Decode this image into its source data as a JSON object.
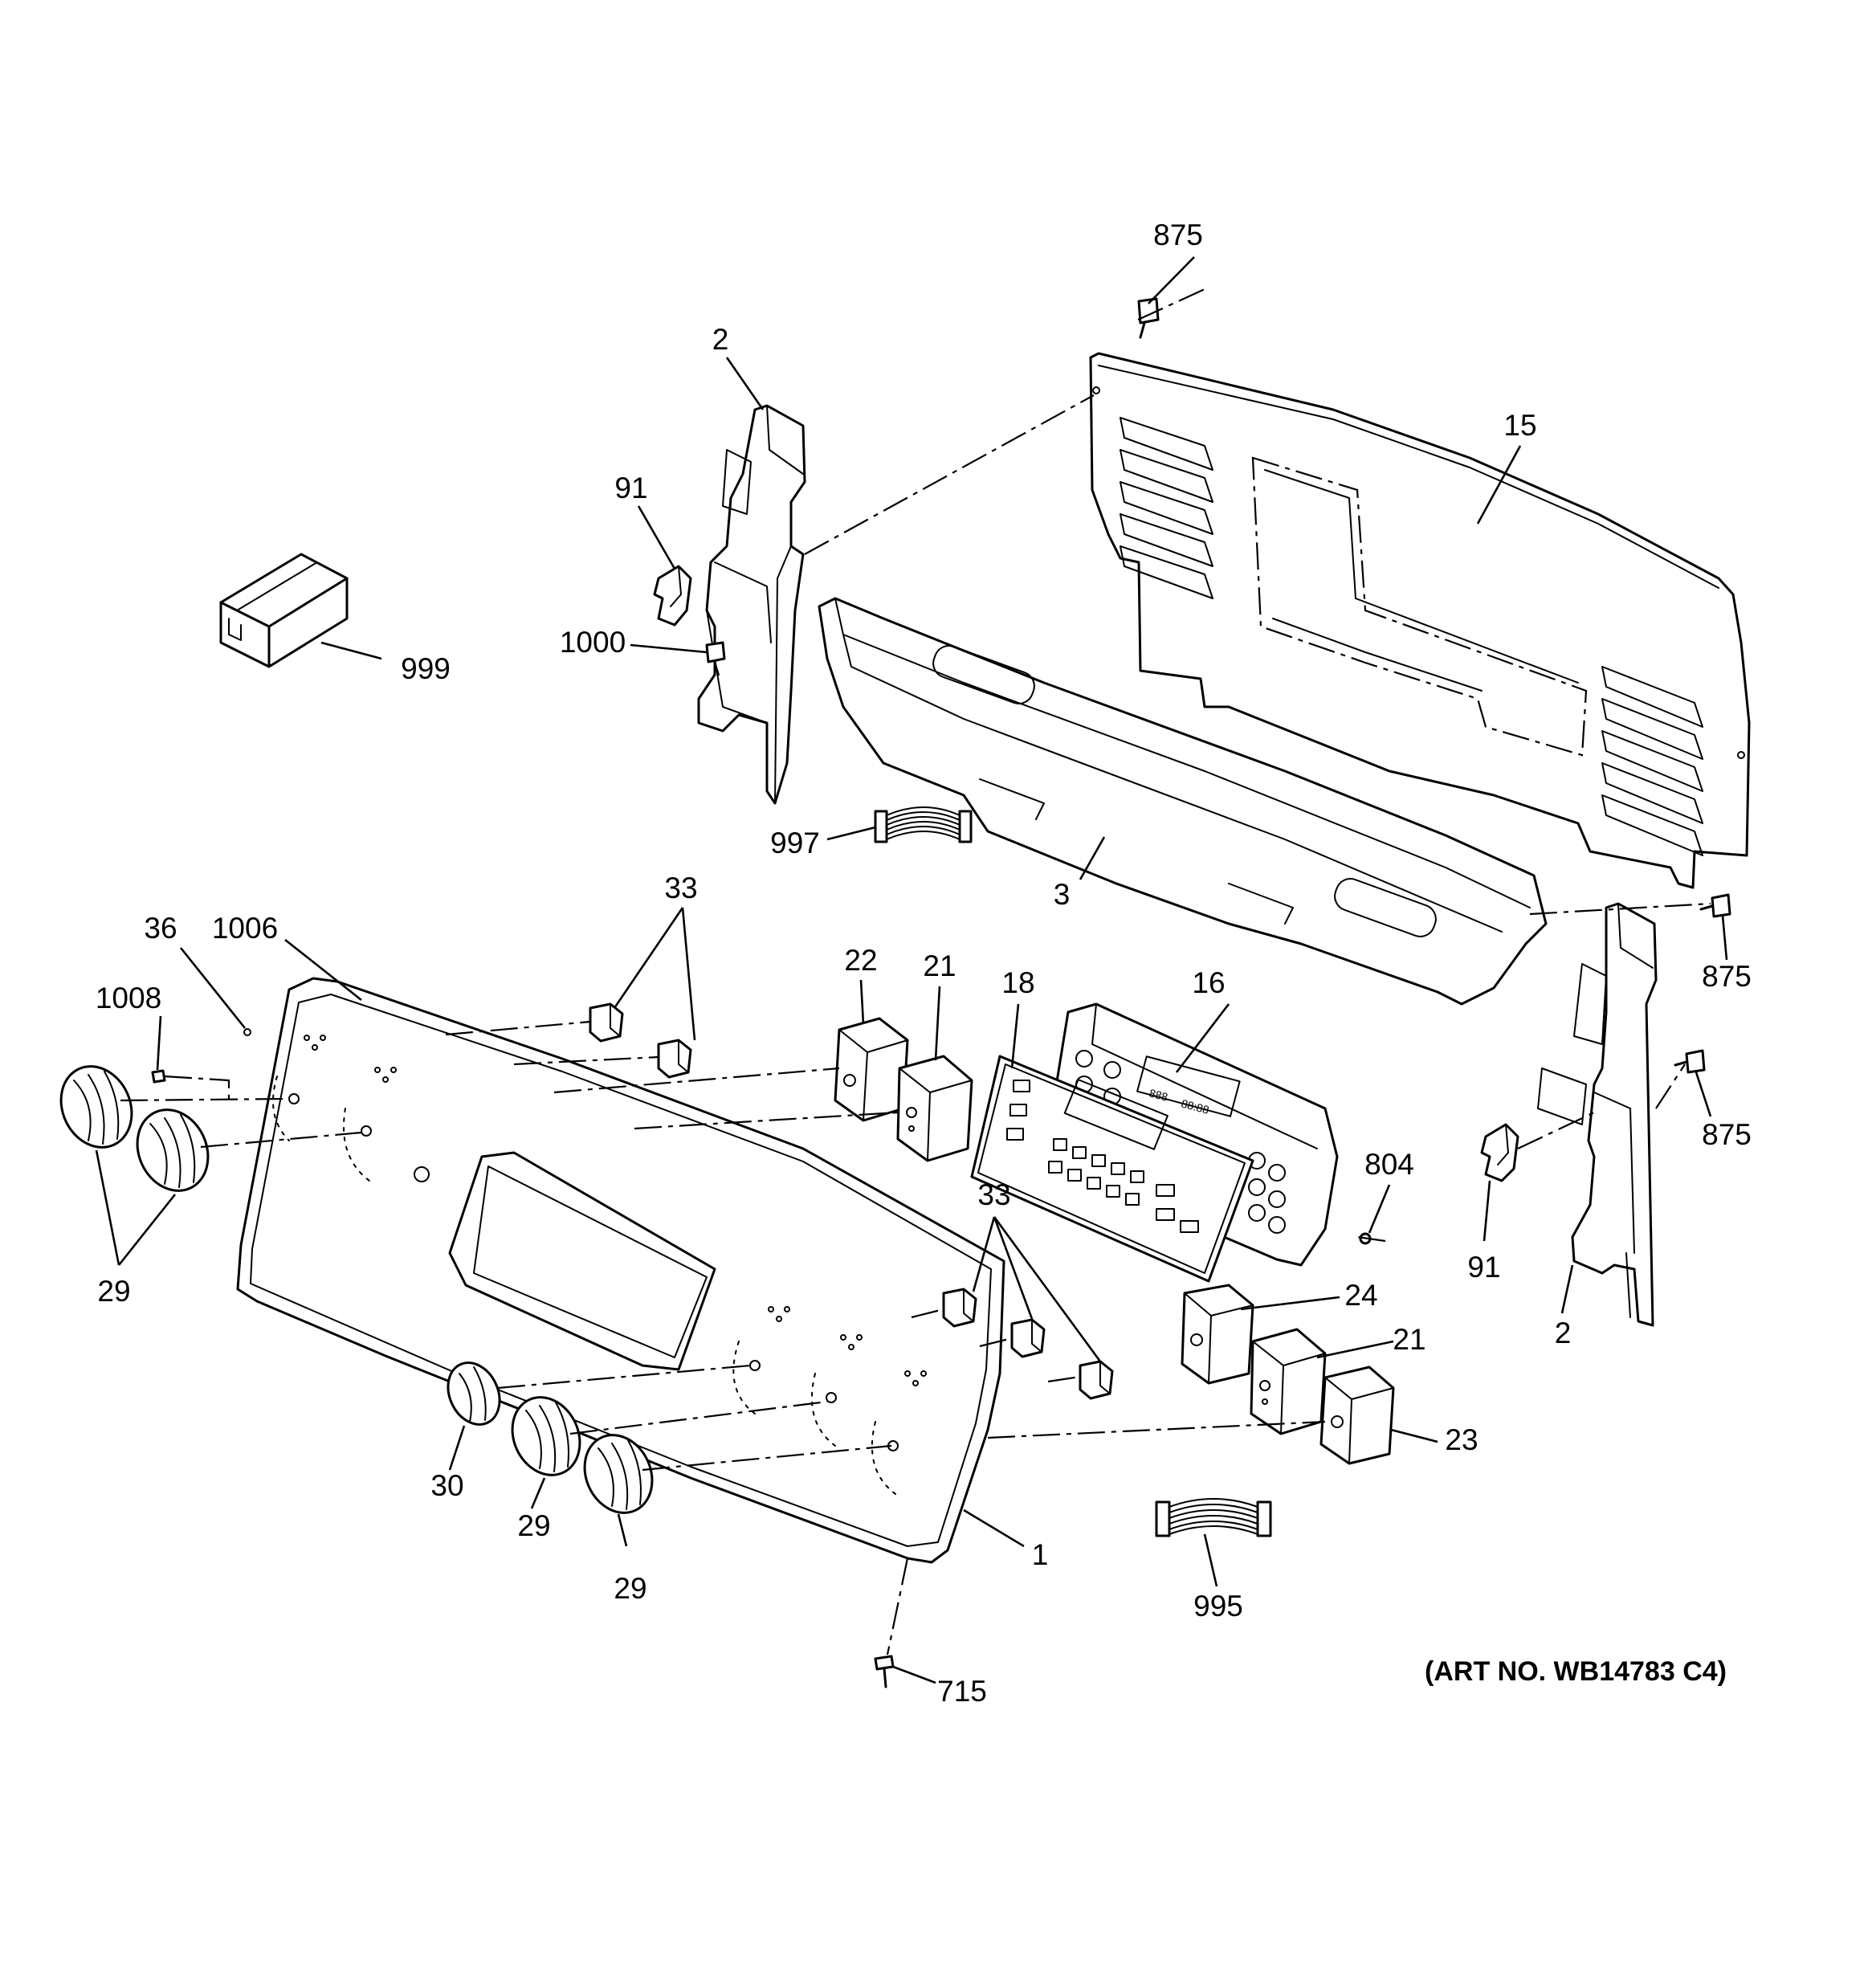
{
  "callouts": {
    "c875_top": "875",
    "c2_left": "2",
    "c15": "15",
    "c91_left": "91",
    "c999": "999",
    "c1000": "1000",
    "c997": "997",
    "c3": "3",
    "c875_r1": "875",
    "c875_r2": "875",
    "c33_top": "33",
    "c36": "36",
    "c1006": "1006",
    "c1008": "1008",
    "c22": "22",
    "c21_top": "21",
    "c18": "18",
    "c16": "16",
    "c804": "804",
    "c91_right": "91",
    "c2_right": "2",
    "c29_left": "29",
    "c33_bottom": "33",
    "c24": "24",
    "c21_bottom": "21",
    "c23": "23",
    "c30": "30",
    "c29_mid": "29",
    "c29_low": "29",
    "c1": "1",
    "c995": "995",
    "c715": "715"
  },
  "art_number": "(ART NO. WB14783 C4)",
  "display_text": {
    "left_digits": "888",
    "right_digits": "88:88"
  },
  "colors": {
    "line": "#000000",
    "background": "#ffffff"
  }
}
